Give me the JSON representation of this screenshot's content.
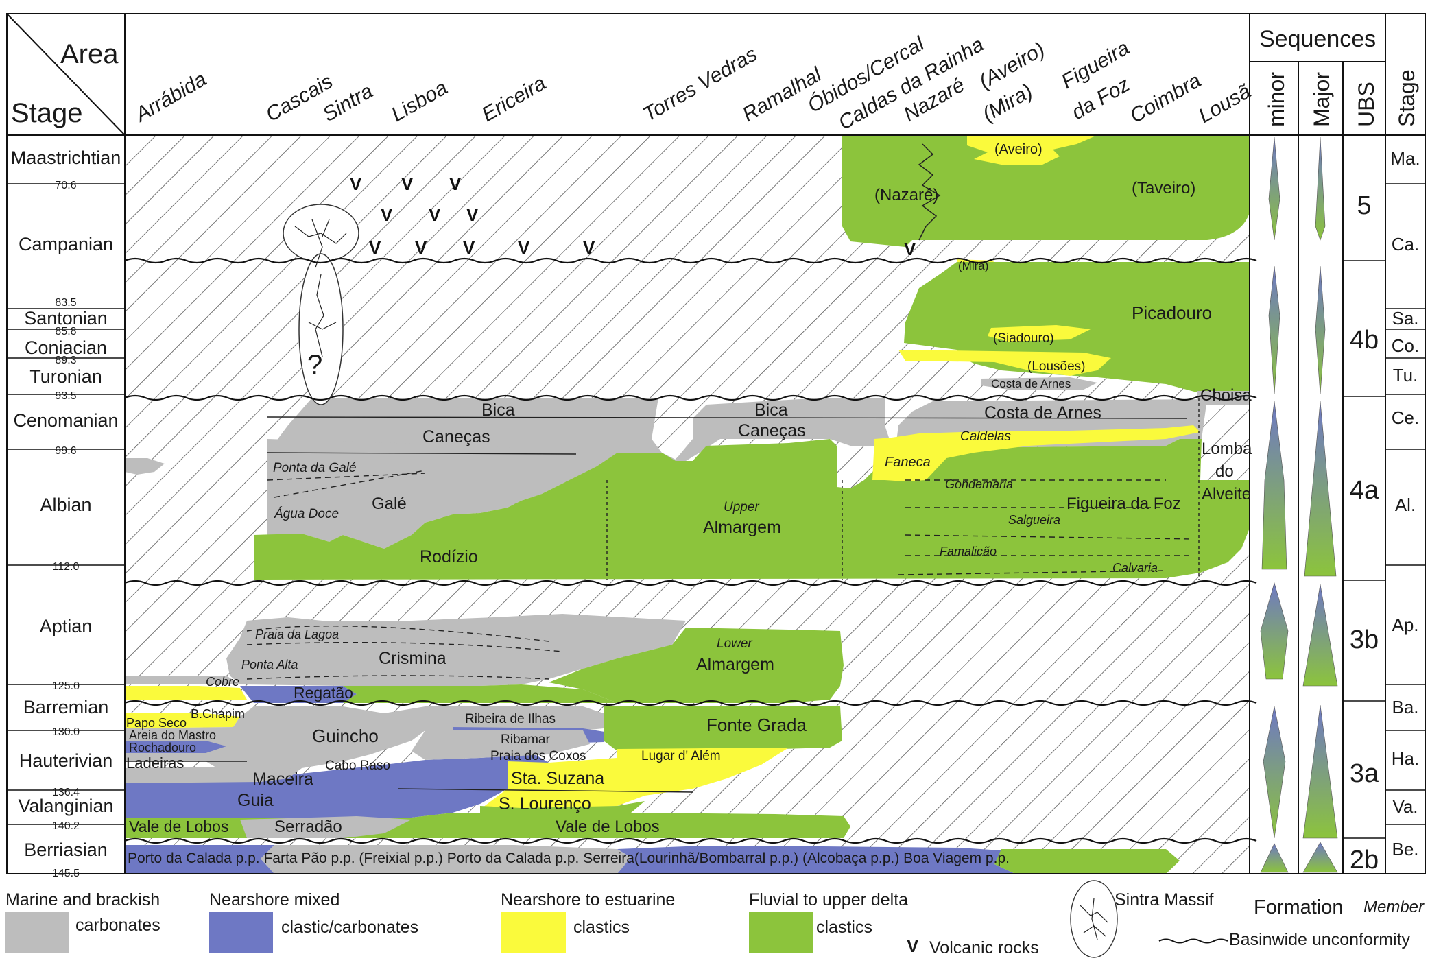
{
  "header": {
    "area_label": "Area",
    "stage_label": "Stage",
    "sequences_label": "Sequences",
    "minor_label": "minor",
    "major_label": "Major",
    "ubs_label": "UBS",
    "stage_col_label": "Stage"
  },
  "areas": [
    "Arrábida",
    "Cascais",
    "Sintra",
    "Lisboa",
    "Ericeira",
    "Torres Vedras",
    "Ramalhal",
    "Óbidos/Cercal",
    "Caldas da Rainha",
    "Nazaré",
    "(Aveiro)",
    "(Mira)",
    "Figueira",
    "da Foz",
    "Coimbra",
    "Lousã"
  ],
  "stages": [
    "Maastrichtian",
    "Campanian",
    "Santonian",
    "Coniacian",
    "Turonian",
    "Cenomanian",
    "Albian",
    "Aptian",
    "Barremian",
    "Hauterivian",
    "Valanginian",
    "Berriasian"
  ],
  "ages": [
    "70.6",
    "83.5",
    "85.8",
    "89.3",
    "93.5",
    "99.6",
    "112.0",
    "125.0",
    "130.0",
    "136.4",
    "140.2",
    "145.5"
  ],
  "stage_abbr": [
    "Ma.",
    "Ca.",
    "Sa.",
    "Co.",
    "Tu.",
    "Ce.",
    "Al.",
    "Ap.",
    "Ba.",
    "Ha.",
    "Va.",
    "Be."
  ],
  "ubs": [
    "5",
    "4b",
    "4a",
    "3b",
    "3a",
    "2b"
  ],
  "formations": {
    "taveiro": "(Taveiro)",
    "aveiro": "(Aveiro)",
    "nazare": "(Nazaré)",
    "mira": "(Mira)",
    "picadouro": "Picadouro",
    "siadouro": "(Siadouro)",
    "lousoes": "(Lousões)",
    "costa_arnes_small": "Costa de Arnes",
    "question": "?",
    "bica1": "Bica",
    "bica2": "Bica",
    "canecas1": "Caneças",
    "canecas2": "Caneças",
    "costa_arnes": "Costa de Arnes",
    "choisa": "Choisa",
    "caldelas": "Caldelas",
    "faneca": "Faneca",
    "lomba1": "Lomba",
    "lomba2": "do",
    "lomba3": "Alveite",
    "ponta_gale": "Ponta da Galé",
    "agua_doce": "Água Doce",
    "gale": "Galé",
    "upper": "Upper",
    "almargem_u": "Almargem",
    "gondemaria": "Gondemaria",
    "figueira_foz": "Figueira da Foz",
    "salgueira": "Salgueira",
    "rodizio": "Rodízio",
    "famalicao": "Famalicão",
    "calvaria": "Calvaria",
    "praia_lagoa": "Praia da Lagoa",
    "ponta_alta": "Ponta Alta",
    "crismina": "Crismina",
    "lower": "Lower",
    "almargem_l": "Almargem",
    "cobre": "Cobre",
    "regatao": "Regatão",
    "b_chapim": "B.Chapim",
    "papo_seco": "Papo Seco",
    "areia_mastro": "Areia do Mastro",
    "rochadouro": "Rochadouro",
    "ladeiras": "Ladeiras",
    "guincho": "Guincho",
    "cabo_raso": "Cabo Raso",
    "ribeira_ilhas": "Ribeira de Ilhas",
    "ribamar": "Ribamar",
    "praia_coxos": "Praia dos Coxos",
    "fonte_grada": "Fonte Grada",
    "lugar_alem": "Lugar d' Além",
    "maceira": "Maceira",
    "guia": "Guia",
    "sta_suzana": "Sta. Suzana",
    "s_lourenco": "S. Lourenço",
    "vale_lobos1": "Vale de Lobos",
    "serradao": "Serradão",
    "vale_lobos2": "Vale de Lobos",
    "berriasian_row": "Porto da Calada p.p.   Farta Pão p.p.   (Freixial p.p.) Porto da Calada p.p.  Serreira(Lourinhã/Bombarral p.p.)   (Alcobaça p.p.) Boa Viagem p.p."
  },
  "legend": {
    "marine_1": "Marine and brackish",
    "marine_2": "carbonates",
    "nearshore_mixed_1": "Nearshore mixed",
    "nearshore_mixed_2": "clastic/carbonates",
    "estuarine_1": "Nearshore to estuarine",
    "estuarine_2": "clastics",
    "fluvial_1": "Fluvial to upper delta",
    "fluvial_2": "clastics",
    "volcanic_symbol": "V",
    "volcanic": "Volcanic rocks",
    "sintra": "Sintra Massif",
    "formation": "Formation",
    "member": "Member",
    "unconformity": "Basinwide unconformity"
  },
  "colors": {
    "carbonate": "#bdbdbd",
    "mixed": "#6e78c4",
    "estuarine": "#fafa3c",
    "fluvial": "#8cc43c",
    "hatch": "#555555"
  }
}
